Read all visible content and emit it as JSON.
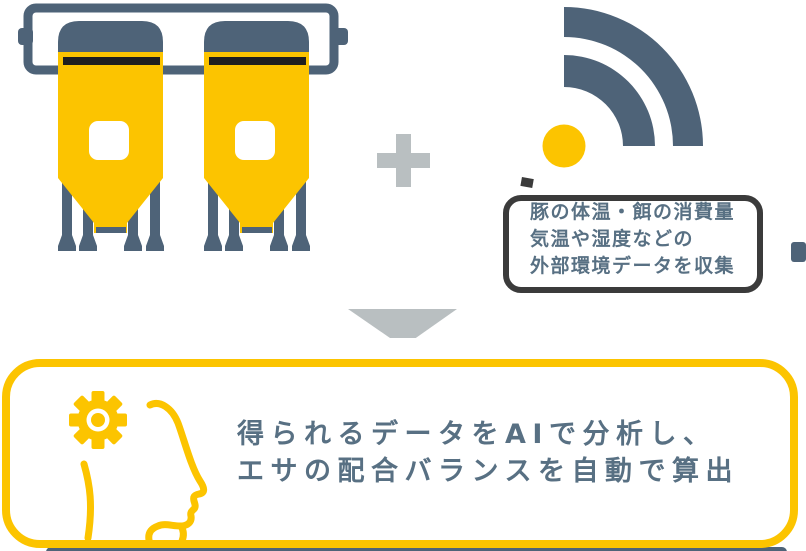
{
  "diagram": {
    "description": "Infographic: feed silos plus wireless sensors collect data; AI analyzes it",
    "background": "#FFFFFF",
    "colors": {
      "yellow": "#FCC400",
      "slate": "#4E6378",
      "light_gray": "#B9BFC1",
      "card_border": "#3B3B3B",
      "text": "#587083",
      "white": "#FFFFFF",
      "slot_dark": "#1F1F1F"
    },
    "silos": {
      "icon": "feed-silos-icon",
      "count": 2
    },
    "plus": {
      "icon": "plus-icon"
    },
    "sensor": {
      "icon": "wifi-signal-icon",
      "dot_color": "#FCC400",
      "arc_color": "#4E6378"
    },
    "callout": {
      "lines": [
        "豚の体温・餌の消費量",
        "気温や湿度などの",
        "外部環境データを収集"
      ]
    },
    "arrow": {
      "icon": "arrow-down-icon",
      "color": "#B9BFC1"
    },
    "result": {
      "icon": "ai-head-gear-icon",
      "border_color": "#FCC400",
      "lines": [
        "得られるデータをAIで分析し、",
        "エサの配合バランスを自動で算出"
      ]
    }
  }
}
